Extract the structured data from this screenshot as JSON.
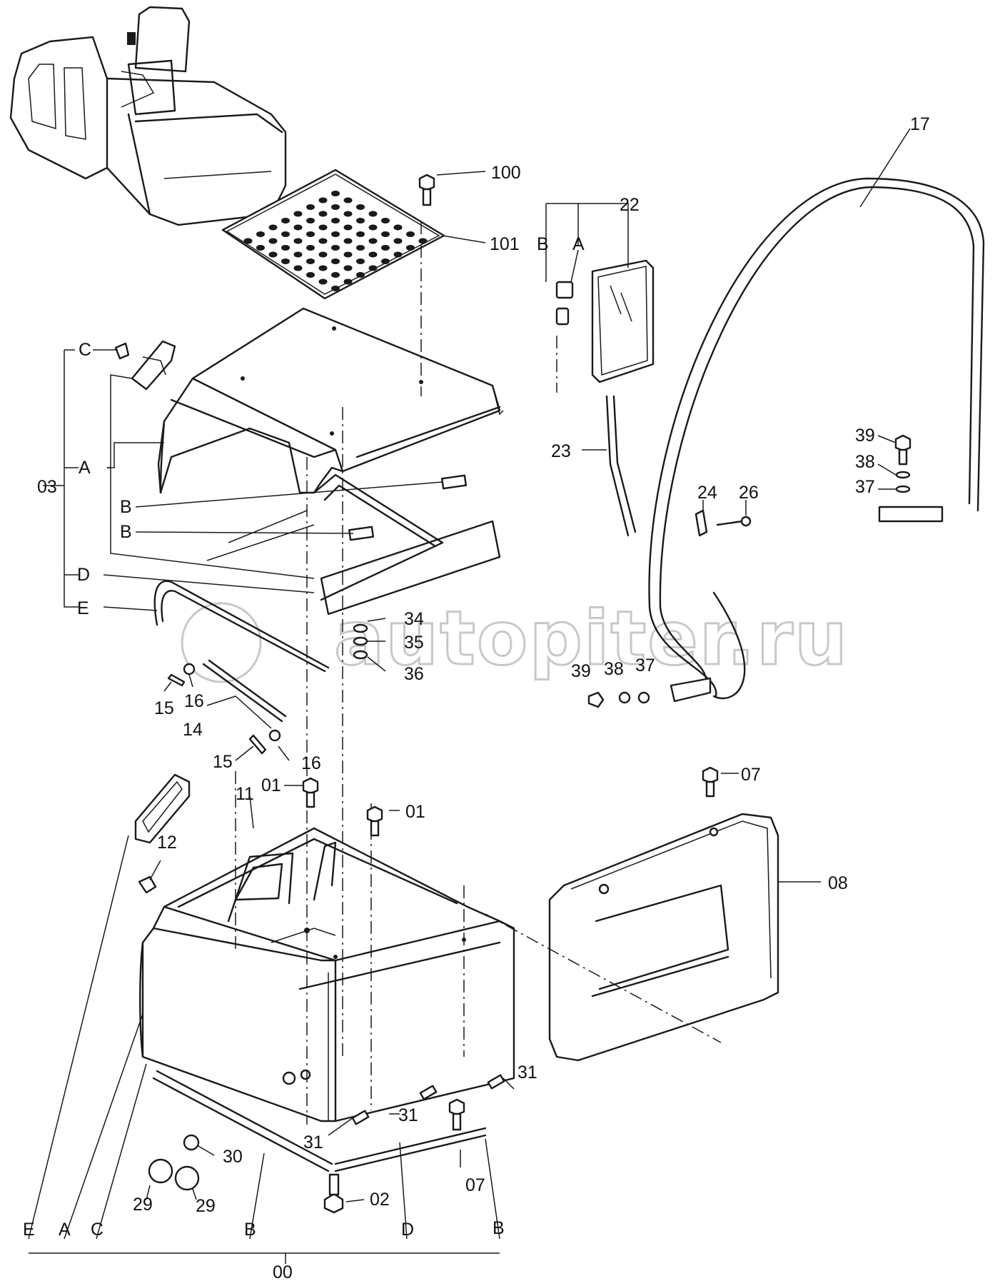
{
  "watermark": "autopiter.ru",
  "callouts": [
    {
      "id": "100",
      "text": "100"
    },
    {
      "id": "101",
      "text": "101"
    },
    {
      "id": "17",
      "text": "17"
    },
    {
      "id": "22",
      "text": "22"
    },
    {
      "id": "b-mirror",
      "text": "B"
    },
    {
      "id": "a-mirror",
      "text": "A"
    },
    {
      "id": "23",
      "text": "23"
    },
    {
      "id": "24",
      "text": "24"
    },
    {
      "id": "26",
      "text": "26"
    },
    {
      "id": "39-right",
      "text": "39"
    },
    {
      "id": "38-right",
      "text": "38"
    },
    {
      "id": "37-right",
      "text": "37"
    },
    {
      "id": "39-mid",
      "text": "39"
    },
    {
      "id": "38-mid",
      "text": "38"
    },
    {
      "id": "37-mid",
      "text": "37"
    },
    {
      "id": "c-top",
      "text": "C"
    },
    {
      "id": "03",
      "text": "03"
    },
    {
      "id": "a-left",
      "text": "A"
    },
    {
      "id": "b-left-1",
      "text": "B"
    },
    {
      "id": "b-left-2",
      "text": "B"
    },
    {
      "id": "d-left",
      "text": "D"
    },
    {
      "id": "e-left",
      "text": "E"
    },
    {
      "id": "34",
      "text": "34"
    },
    {
      "id": "35",
      "text": "35"
    },
    {
      "id": "36",
      "text": "36"
    },
    {
      "id": "15-a",
      "text": "15"
    },
    {
      "id": "16-a",
      "text": "16"
    },
    {
      "id": "14",
      "text": "14"
    },
    {
      "id": "15-b",
      "text": "15"
    },
    {
      "id": "16-b",
      "text": "16"
    },
    {
      "id": "01-a",
      "text": "01"
    },
    {
      "id": "11",
      "text": "11"
    },
    {
      "id": "01-b",
      "text": "01"
    },
    {
      "id": "07-top",
      "text": "07"
    },
    {
      "id": "12",
      "text": "12"
    },
    {
      "id": "08",
      "text": "08"
    },
    {
      "id": "31-right",
      "text": "31"
    },
    {
      "id": "31-mid",
      "text": "31"
    },
    {
      "id": "31-left",
      "text": "31"
    },
    {
      "id": "30",
      "text": "30"
    },
    {
      "id": "29-a",
      "text": "29"
    },
    {
      "id": "29-b",
      "text": "29"
    },
    {
      "id": "07-bottom",
      "text": "07"
    },
    {
      "id": "02",
      "text": "02"
    },
    {
      "id": "e-bottom",
      "text": "E"
    },
    {
      "id": "a-bottom",
      "text": "A"
    },
    {
      "id": "c-bottom",
      "text": "C"
    },
    {
      "id": "b-bottom-1",
      "text": "B"
    },
    {
      "id": "d-bottom",
      "text": "D"
    },
    {
      "id": "b-bottom-2",
      "text": "B"
    },
    {
      "id": "00",
      "text": "00"
    }
  ]
}
